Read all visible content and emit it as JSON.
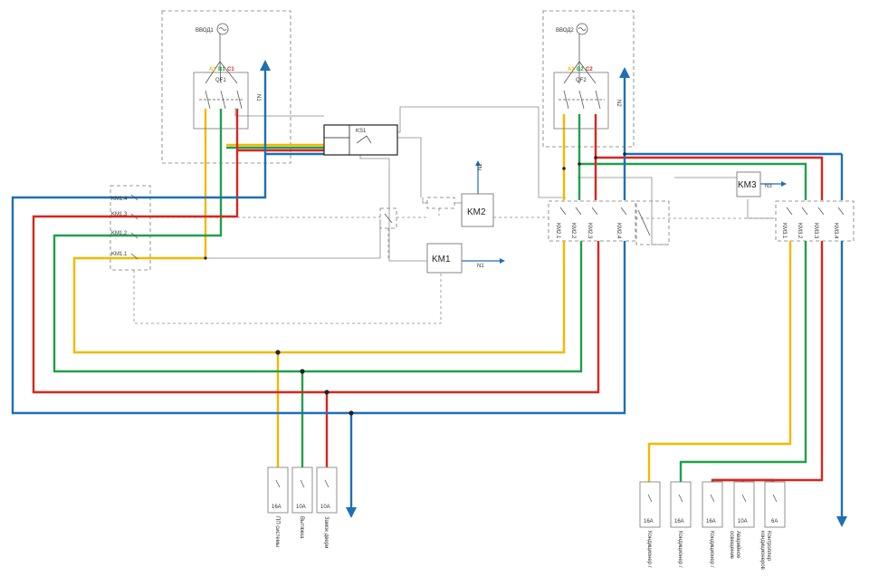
{
  "inputs": {
    "vvod1": "ВВОД1",
    "vvod2": "ВВОД2",
    "qf1": "QF1",
    "qf2": "QF2",
    "phases1": [
      "A1",
      "B1",
      "C1"
    ],
    "phases2": [
      "A2",
      "B2",
      "C2"
    ]
  },
  "neutrals": {
    "n1": "N1",
    "n2": "N2",
    "n3": "N3"
  },
  "relay": {
    "ks1": "KS1"
  },
  "contactors": {
    "km1": "KM1",
    "km2": "KM2",
    "km3": "KM3",
    "km1_contacts": [
      "KM1.4",
      "KM1.3",
      "KM1.2",
      "KM1.1"
    ],
    "km2_contacts": [
      "KM2.1",
      "KM2.2",
      "KM2.3",
      "KM2.4"
    ],
    "km3_contacts": [
      "KM3.1",
      "KM3.2",
      "KM3.3",
      "KM3.4"
    ]
  },
  "breakers_left": [
    {
      "rating": "16A",
      "label": "ПП системы"
    },
    {
      "rating": "10A",
      "label": "Вытяжка"
    },
    {
      "rating": "10A",
      "label": "Замок двери"
    }
  ],
  "breakers_right": [
    {
      "rating": "16A",
      "label": "Кондиционер /"
    },
    {
      "rating": "16A",
      "label": "Кондиционер /"
    },
    {
      "rating": "16A",
      "label": "Кондиционер /"
    },
    {
      "rating": "10A",
      "label": "Аварийное освещение"
    },
    {
      "rating": "6A",
      "label": "Контроллер кондиционеров"
    }
  ],
  "colors": {
    "phase_a": "#f5b800",
    "phase_b": "#21a04a",
    "phase_c": "#d9251d",
    "neutral": "#1f6fb4",
    "control": "#888888"
  }
}
